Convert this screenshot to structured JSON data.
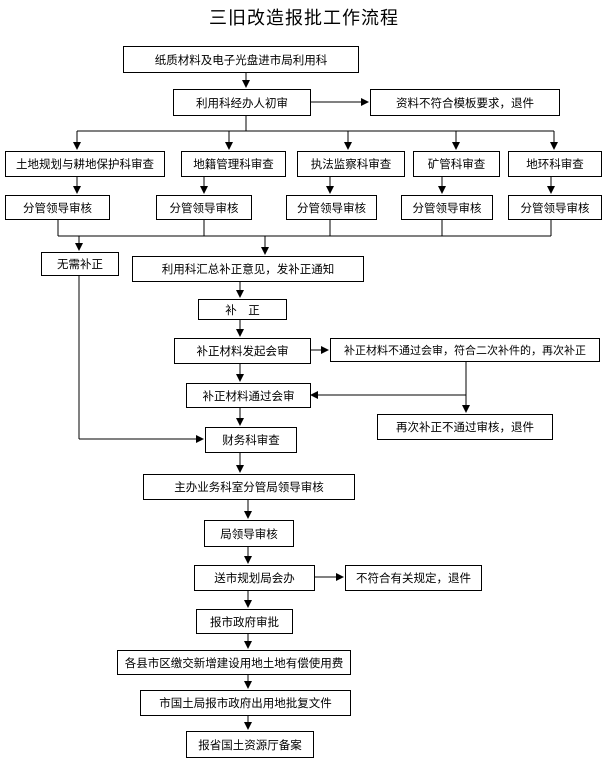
{
  "title": "三旧改造报批工作流程",
  "nodes": {
    "submit": "纸质材料及电子光盘进市局利用科",
    "initial_review": "利用科经办人初审",
    "reject_template": "资料不符合模板要求，退件",
    "dept_land_protection": "土地规划与耕地保护科审查",
    "dept_cadastral": "地籍管理科审查",
    "dept_enforcement": "执法监察科审查",
    "dept_mining": "矿管科审查",
    "dept_environment": "地环科审查",
    "leader_review": "分管领导审核",
    "no_supplement": "无需补正",
    "summary_notice": "利用科汇总补正意见，发补正通知",
    "supplement": "补　正",
    "joint_review": "补正材料发起会审",
    "joint_fail": "补正材料不通过会审，符合二次补件的，再次补正",
    "joint_pass": "补正材料通过会审",
    "second_fail": "再次补正不通过审核，退件",
    "finance_review": "财务科审查",
    "main_office_review": "主办业务科室分管局领导审核",
    "bureau_leader_review": "局领导审核",
    "planning_meeting": "送市规划局会办",
    "reject_rules": "不符合有关规定，退件",
    "city_approval": "报市政府审批",
    "fee_payment": "各县市区缴交新增建设用地土地有偿使用费",
    "approval_document": "市国土局报市政府出用地批复文件",
    "provincial_filing": "报省国土资源厅备案"
  }
}
